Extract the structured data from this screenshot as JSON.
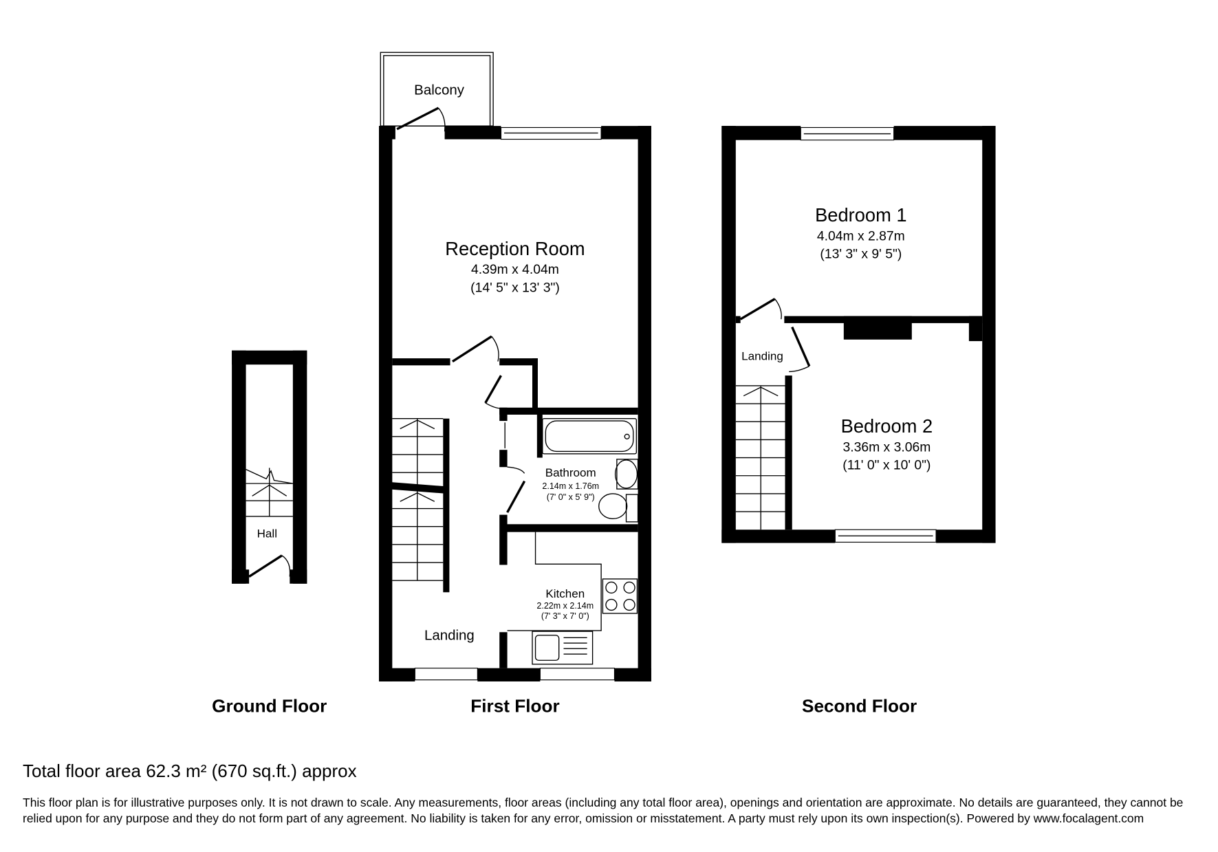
{
  "rooms": {
    "balcony": {
      "name": "Balcony"
    },
    "reception": {
      "name": "Reception Room",
      "metric": "4.39m x 4.04m",
      "imperial": "(14' 5\" x 13' 3\")"
    },
    "bathroom": {
      "name": "Bathroom",
      "metric": "2.14m x 1.76m",
      "imperial": "(7' 0\" x 5' 9\")"
    },
    "kitchen": {
      "name": "Kitchen",
      "metric": "2.22m x 2.14m",
      "imperial": "(7' 3\" x 7' 0\")"
    },
    "landing_first": {
      "name": "Landing"
    },
    "hall": {
      "name": "Hall"
    },
    "bedroom1": {
      "name": "Bedroom 1",
      "metric": "4.04m x 2.87m",
      "imperial": "(13' 3\" x 9' 5\")"
    },
    "bedroom2": {
      "name": "Bedroom 2",
      "metric": "3.36m x 3.06m",
      "imperial": "(11' 0\" x 10' 0\")"
    },
    "landing_second": {
      "name": "Landing"
    }
  },
  "floors": {
    "ground": "Ground Floor",
    "first": "First Floor",
    "second": "Second Floor"
  },
  "footer": {
    "total": "Total floor area 62.3 m² (670 sq.ft.) approx",
    "disclaimer": "This floor plan is for illustrative purposes only. It is not drawn to scale. Any measurements, floor areas (including any total floor area), openings and orientation are approximate. No details are guaranteed, they cannot be relied upon for any purpose and they do not form part of any agreement. No liability is taken for any error, omission or misstatement. A party must rely upon its own inspection(s). Powered by www.focalagent.com"
  }
}
